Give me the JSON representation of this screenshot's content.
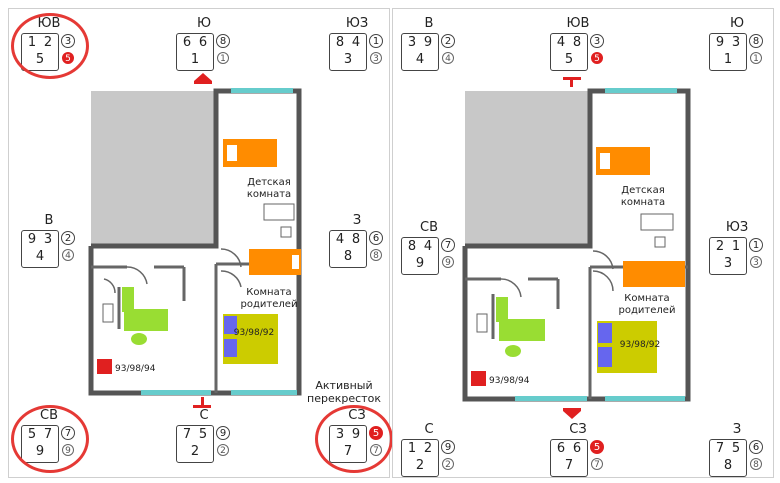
{
  "left": {
    "sectors": [
      {
        "dir": "ЮВ",
        "tl": "1",
        "tr": "2",
        "b": "5",
        "ct": "3",
        "cb": "5",
        "cb_red": true
      },
      {
        "dir": "Ю",
        "tl": "6",
        "tr": "6",
        "b": "1",
        "ct": "8",
        "cb": "1",
        "cb_red": false
      },
      {
        "dir": "ЮЗ",
        "tl": "8",
        "tr": "4",
        "b": "3",
        "ct": "1",
        "cb": "3",
        "cb_red": false
      },
      {
        "dir": "В",
        "tl": "9",
        "tr": "3",
        "b": "4",
        "ct": "2",
        "cb": "4",
        "cb_red": false
      },
      {
        "dir": "З",
        "tl": "4",
        "tr": "8",
        "b": "8",
        "ct": "6",
        "cb": "8",
        "cb_red": false
      },
      {
        "dir": "СВ",
        "tl": "5",
        "tr": "7",
        "b": "9",
        "ct": "7",
        "cb": "9",
        "cb_red": false
      },
      {
        "dir": "С",
        "tl": "7",
        "tr": "5",
        "b": "2",
        "ct": "9",
        "cb": "2",
        "cb_red": false
      },
      {
        "dir": "СЗ",
        "tl": "3",
        "tr": "9",
        "b": "7",
        "ct": "5",
        "cb": "7",
        "cb_red": false,
        "ct_red": true
      }
    ],
    "rooms": {
      "kids": "Детская\nкомната",
      "parents": "Комната\nродителей"
    },
    "codes": {
      "bed": "93/98/92",
      "box": "93/98/94"
    },
    "active_label": "Активный\nперекресток"
  },
  "right": {
    "sectors": [
      {
        "dir": "В",
        "tl": "3",
        "tr": "9",
        "b": "4",
        "ct": "2",
        "cb": "4",
        "cb_red": false
      },
      {
        "dir": "ЮВ",
        "tl": "4",
        "tr": "8",
        "b": "5",
        "ct": "3",
        "cb": "5",
        "cb_red": true
      },
      {
        "dir": "Ю",
        "tl": "9",
        "tr": "3",
        "b": "1",
        "ct": "8",
        "cb": "1",
        "cb_red": false
      },
      {
        "dir": "СВ",
        "tl": "8",
        "tr": "4",
        "b": "9",
        "ct": "7",
        "cb": "9",
        "cb_red": false
      },
      {
        "dir": "ЮЗ",
        "tl": "2",
        "tr": "1",
        "b": "3",
        "ct": "1",
        "cb": "3",
        "cb_red": false
      },
      {
        "dir": "С",
        "tl": "1",
        "tr": "2",
        "b": "2",
        "ct": "9",
        "cb": "2",
        "cb_red": false
      },
      {
        "dir": "СЗ",
        "tl": "6",
        "tr": "6",
        "b": "7",
        "ct": "5",
        "cb": "7",
        "cb_red": false,
        "ct_red": true
      },
      {
        "dir": "З",
        "tl": "7",
        "tr": "5",
        "b": "8",
        "ct": "6",
        "cb": "8",
        "cb_red": false
      }
    ],
    "rooms": {
      "kids": "Детская\nкомната",
      "parents": "Комната\nродителей"
    },
    "codes": {
      "bed": "93/98/92",
      "box": "93/98/94"
    }
  },
  "colors": {
    "wall": "#555555",
    "gray_area": "#c8c8c8",
    "window": "#66cccc",
    "orange": "#ff8c00",
    "lime": "#99dd33",
    "olive": "#cccc00",
    "blue_pillow": "#6666ee",
    "red": "#e02020",
    "ring": "#e53935"
  }
}
